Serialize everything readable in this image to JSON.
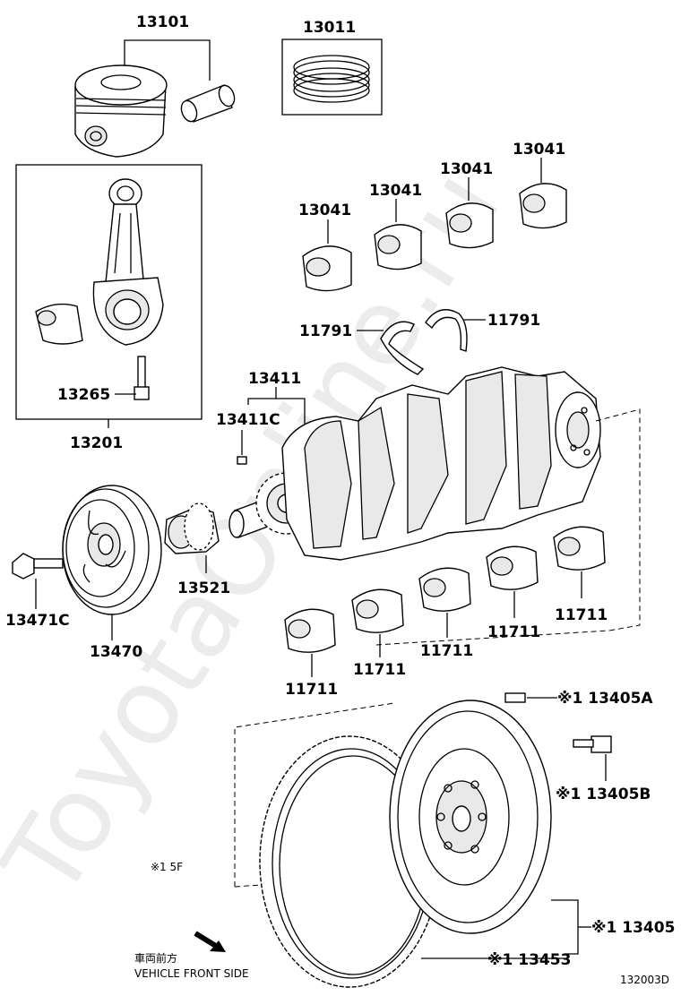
{
  "watermark": "ToyotaOnline.ru",
  "labels": {
    "piston": "13101",
    "ring_set": "13011",
    "conrod_bearing_1": "13041",
    "conrod_bearing_2": "13041",
    "conrod_bearing_3": "13041",
    "conrod_bearing_4": "13041",
    "conrod_assy": "13201",
    "conrod_bolt": "13265",
    "thrust_washer_left": "11791",
    "thrust_washer_right": "11791",
    "crankshaft": "13411",
    "crank_key": "13411C",
    "pulley_bolt": "13471C",
    "crank_pulley": "13470",
    "timing_sprocket": "13521",
    "main_bearing_1": "11711",
    "main_bearing_2": "11711",
    "main_bearing_3": "11711",
    "main_bearing_4": "11711",
    "main_bearing_5": "11711",
    "flywheel_pin": "※1 13405A",
    "flywheel_bolt": "※1 13405B",
    "flywheel_assy": "※1 13405",
    "ring_gear": "※1 13453"
  },
  "notes": {
    "variant_note": "※1 5F",
    "front_jp": "車両前方",
    "front_en": "VEHICLE FRONT SIDE",
    "diagram_code": "132003D"
  },
  "icons": {
    "front_arrow": "arrow-down-right-icon"
  }
}
